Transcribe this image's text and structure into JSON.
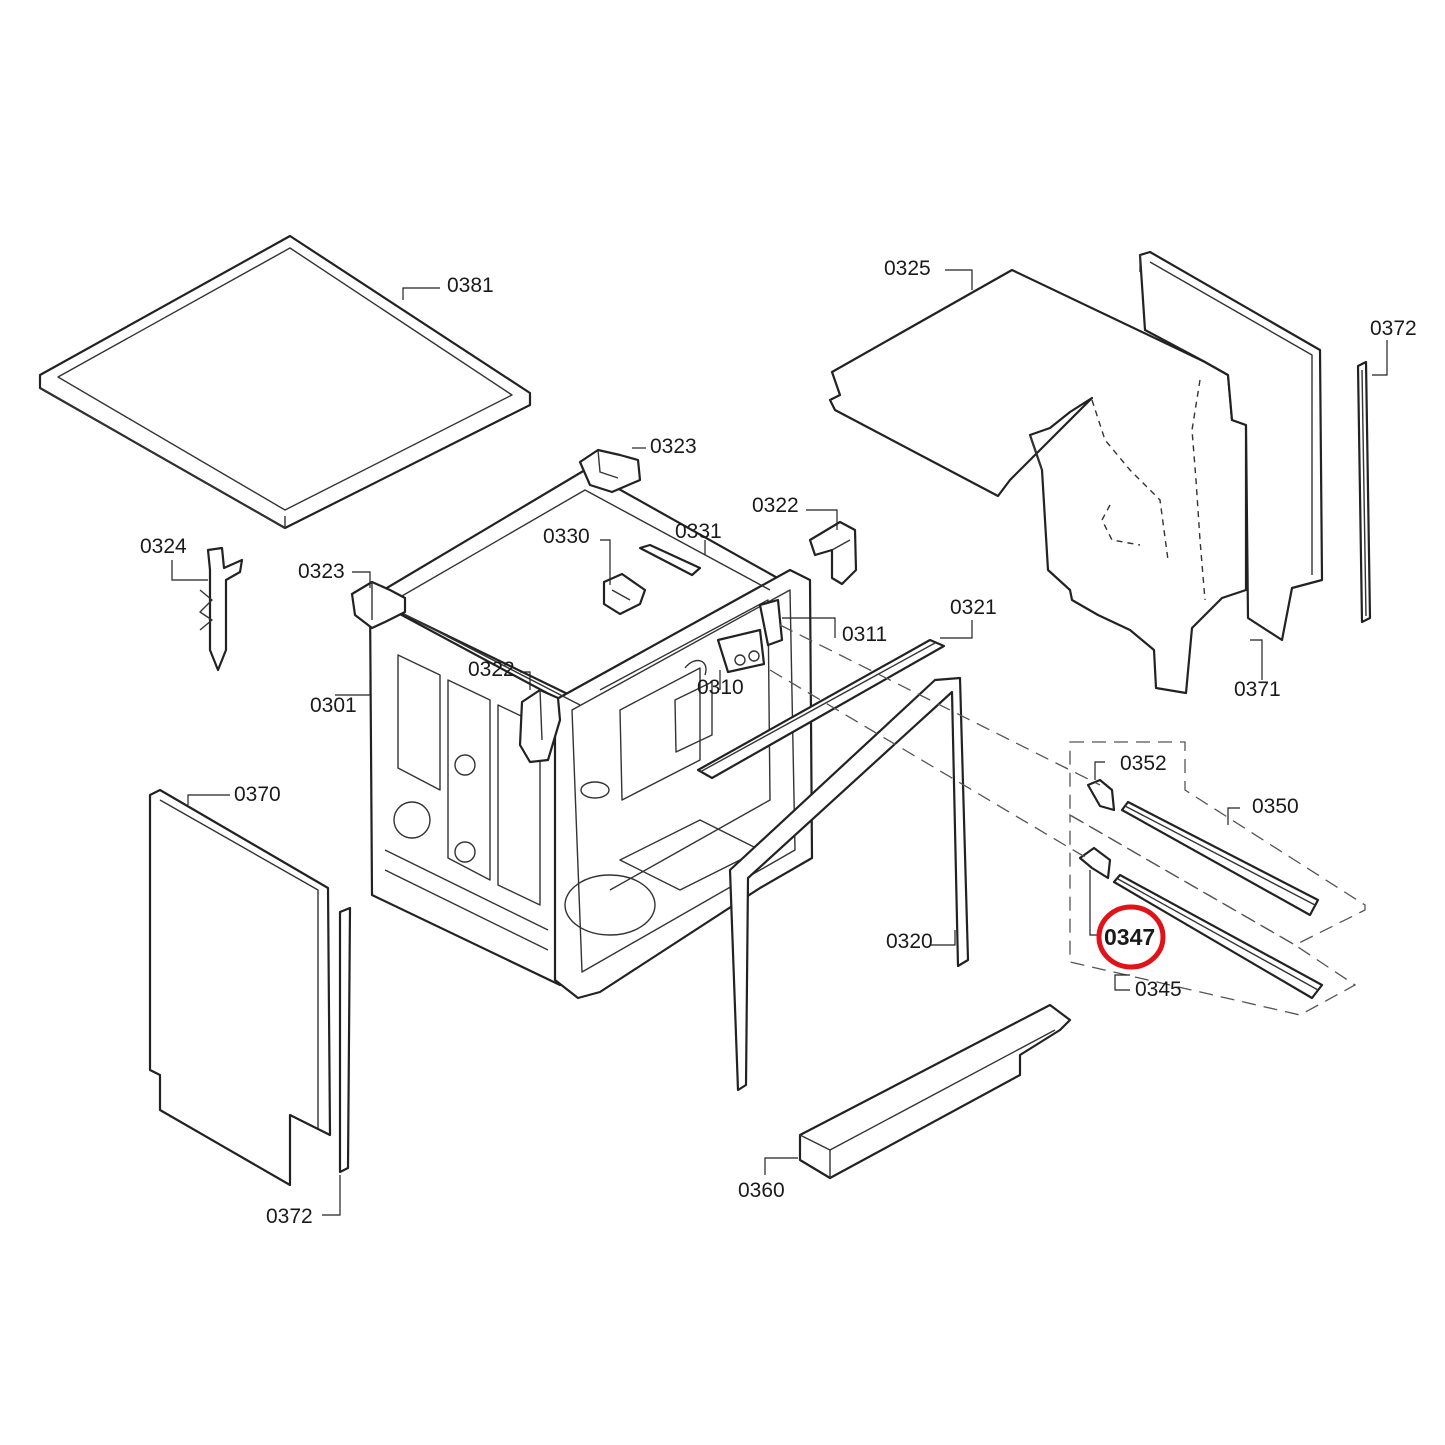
{
  "highlight_color": "#e0121a",
  "highlighted_part": "0347",
  "parts": {
    "p0381": "0381",
    "p0325": "0325",
    "p0372_top": "0372",
    "p0323_top": "0323",
    "p0322_top": "0322",
    "p0324": "0324",
    "p0330": "0330",
    "p0331": "0331",
    "p0323_left": "0323",
    "p0321": "0321",
    "p0311": "0311",
    "p0322_mid": "0322",
    "p0310": "0310",
    "p0301": "0301",
    "p0371": "0371",
    "p0352": "0352",
    "p0350": "0350",
    "p0370": "0370",
    "p0320": "0320",
    "p0347": "0347",
    "p0345": "0345",
    "p0360": "0360",
    "p0372_bottom": "0372"
  }
}
